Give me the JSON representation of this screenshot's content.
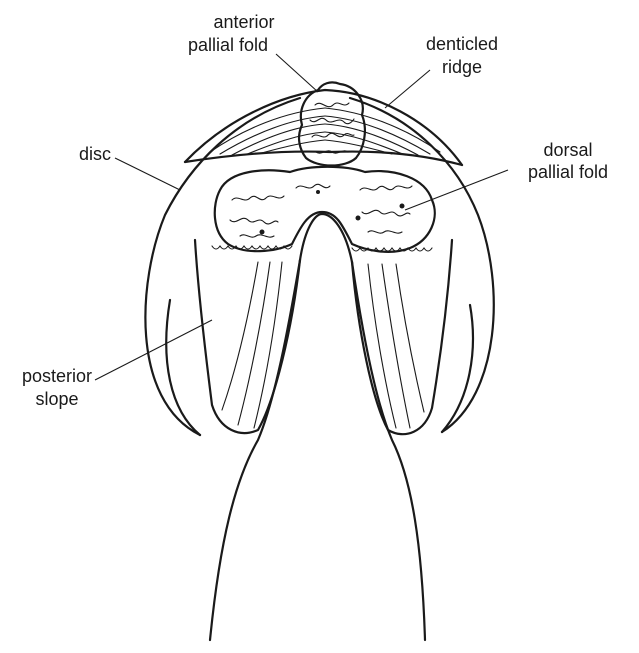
{
  "labels": {
    "anterior_pallial_fold": [
      "anterior",
      "pallial fold"
    ],
    "denticled_ridge": [
      "denticled",
      "ridge"
    ],
    "dorsal_pallial_fold": [
      "dorsal",
      "pallial fold"
    ],
    "disc": "disc",
    "posterior_slope": [
      "posterior",
      "slope"
    ]
  },
  "colors": {
    "ink": "#1a1a1a",
    "paper": "#ffffff"
  }
}
